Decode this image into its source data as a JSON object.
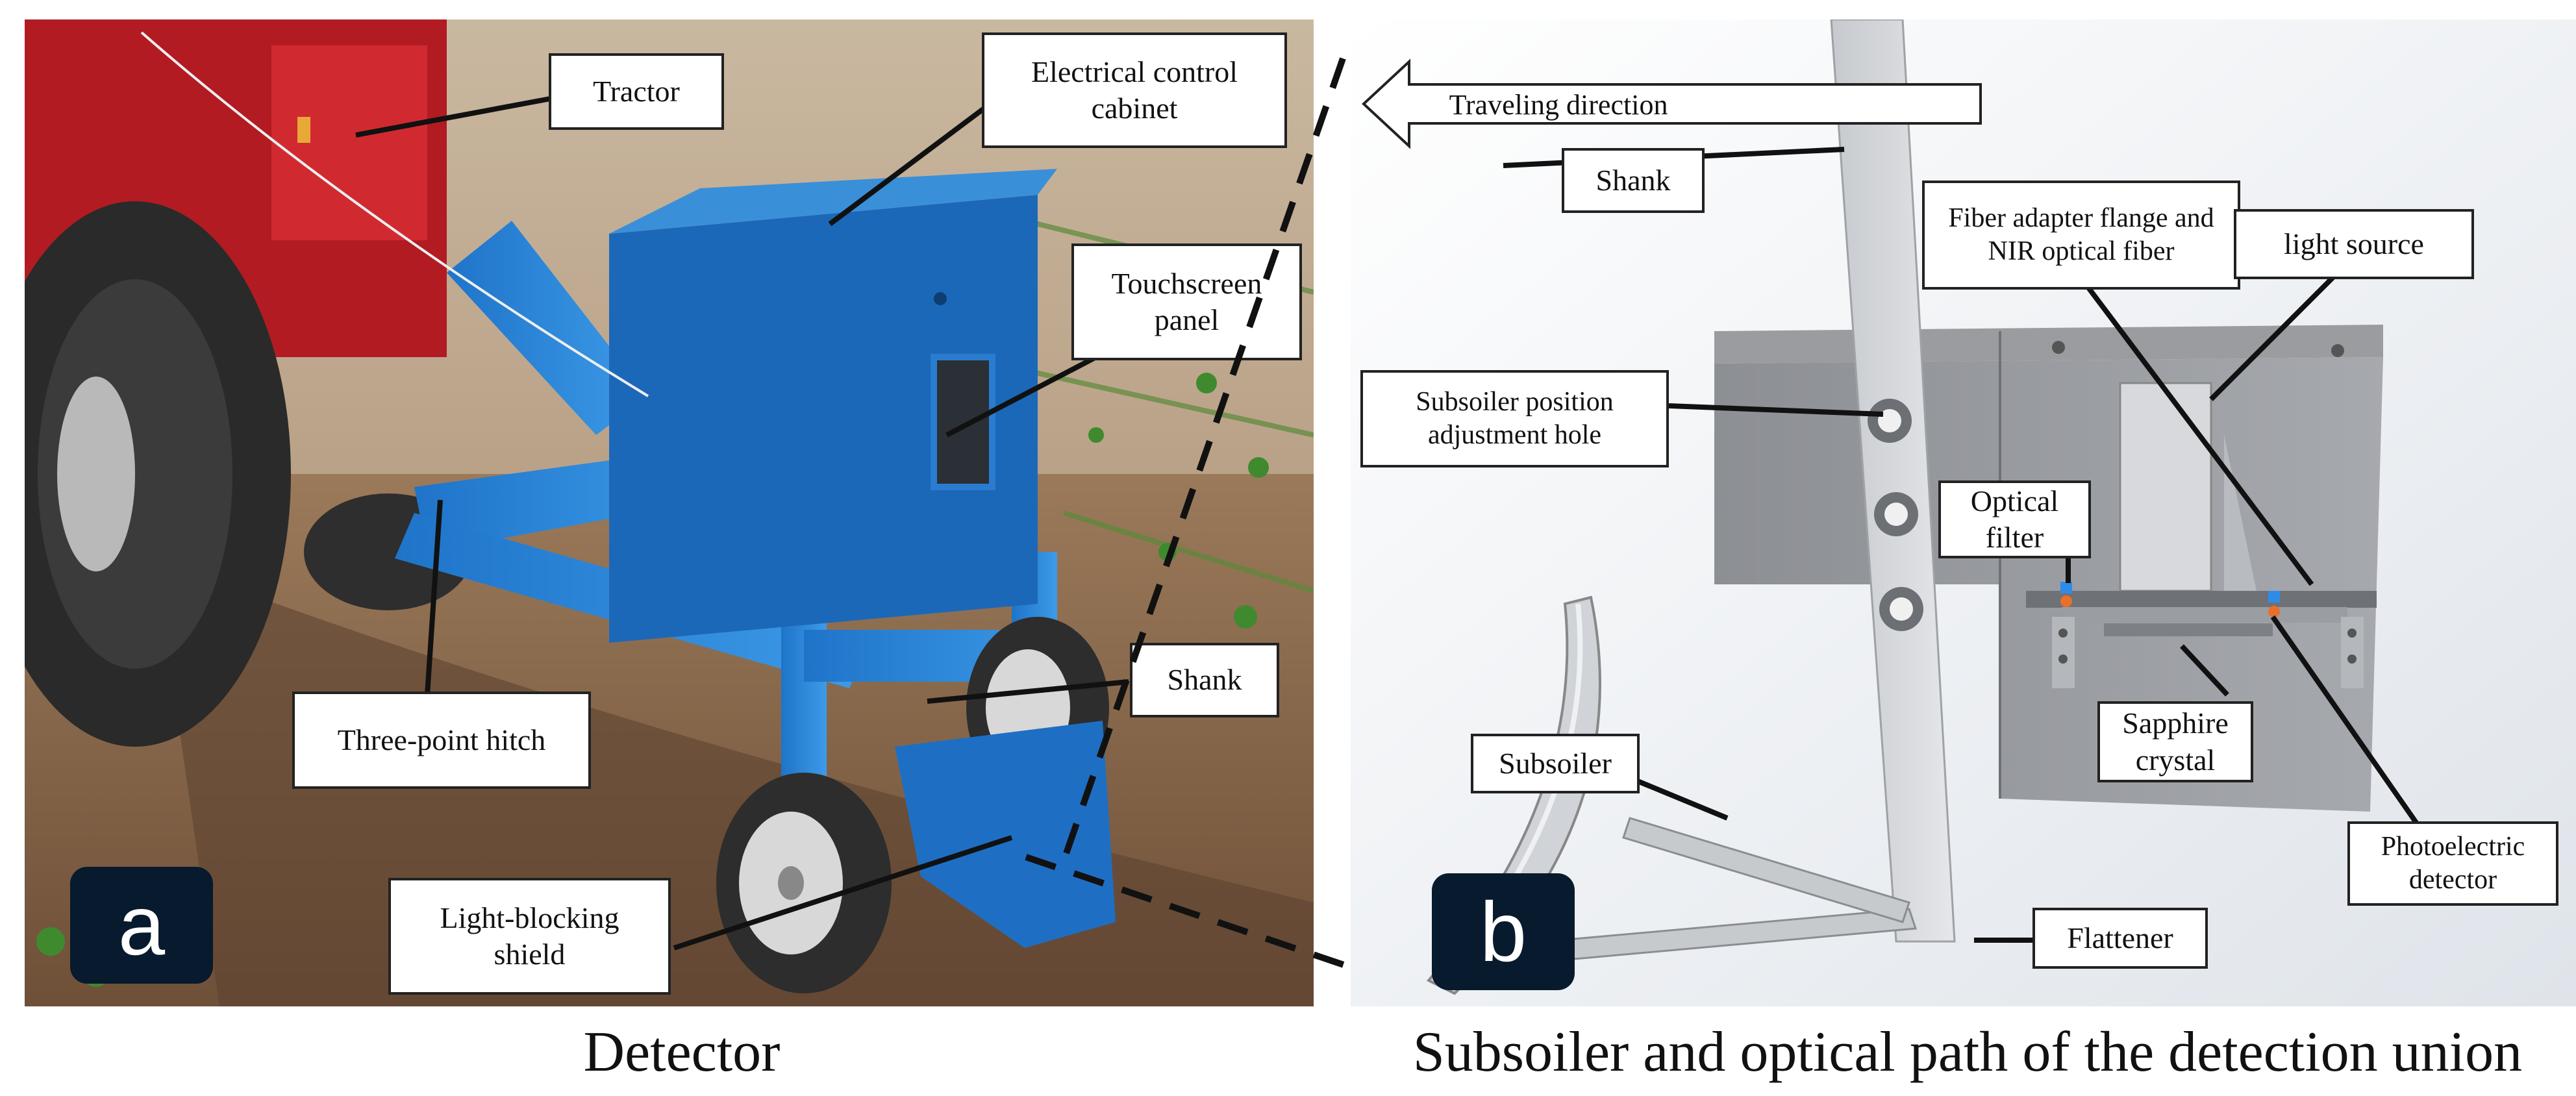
{
  "panel_a": {
    "badge": "a",
    "caption": "Detector",
    "labels": {
      "tractor": "Tractor",
      "cabinet": "Electrical control cabinet",
      "touchscreen": "Touchscreen panel",
      "shank": "Shank",
      "hitch": "Three-point hitch",
      "shield": "Light-blocking shield"
    }
  },
  "panel_b": {
    "badge": "b",
    "caption": "Subsoiler and optical path of the detection union",
    "labels": {
      "traveling": "Traveling direction",
      "shank": "Shank",
      "fiber": "Fiber adapter flange and NIR optical fiber",
      "light": "light source",
      "adjust": "Subsoiler position adjustment hole",
      "filter": "Optical filter",
      "subsoiler": "Subsoiler",
      "sapphire": "Sapphire crystal",
      "photo": "Photoelectric detector",
      "flattener": "Flattener"
    }
  }
}
